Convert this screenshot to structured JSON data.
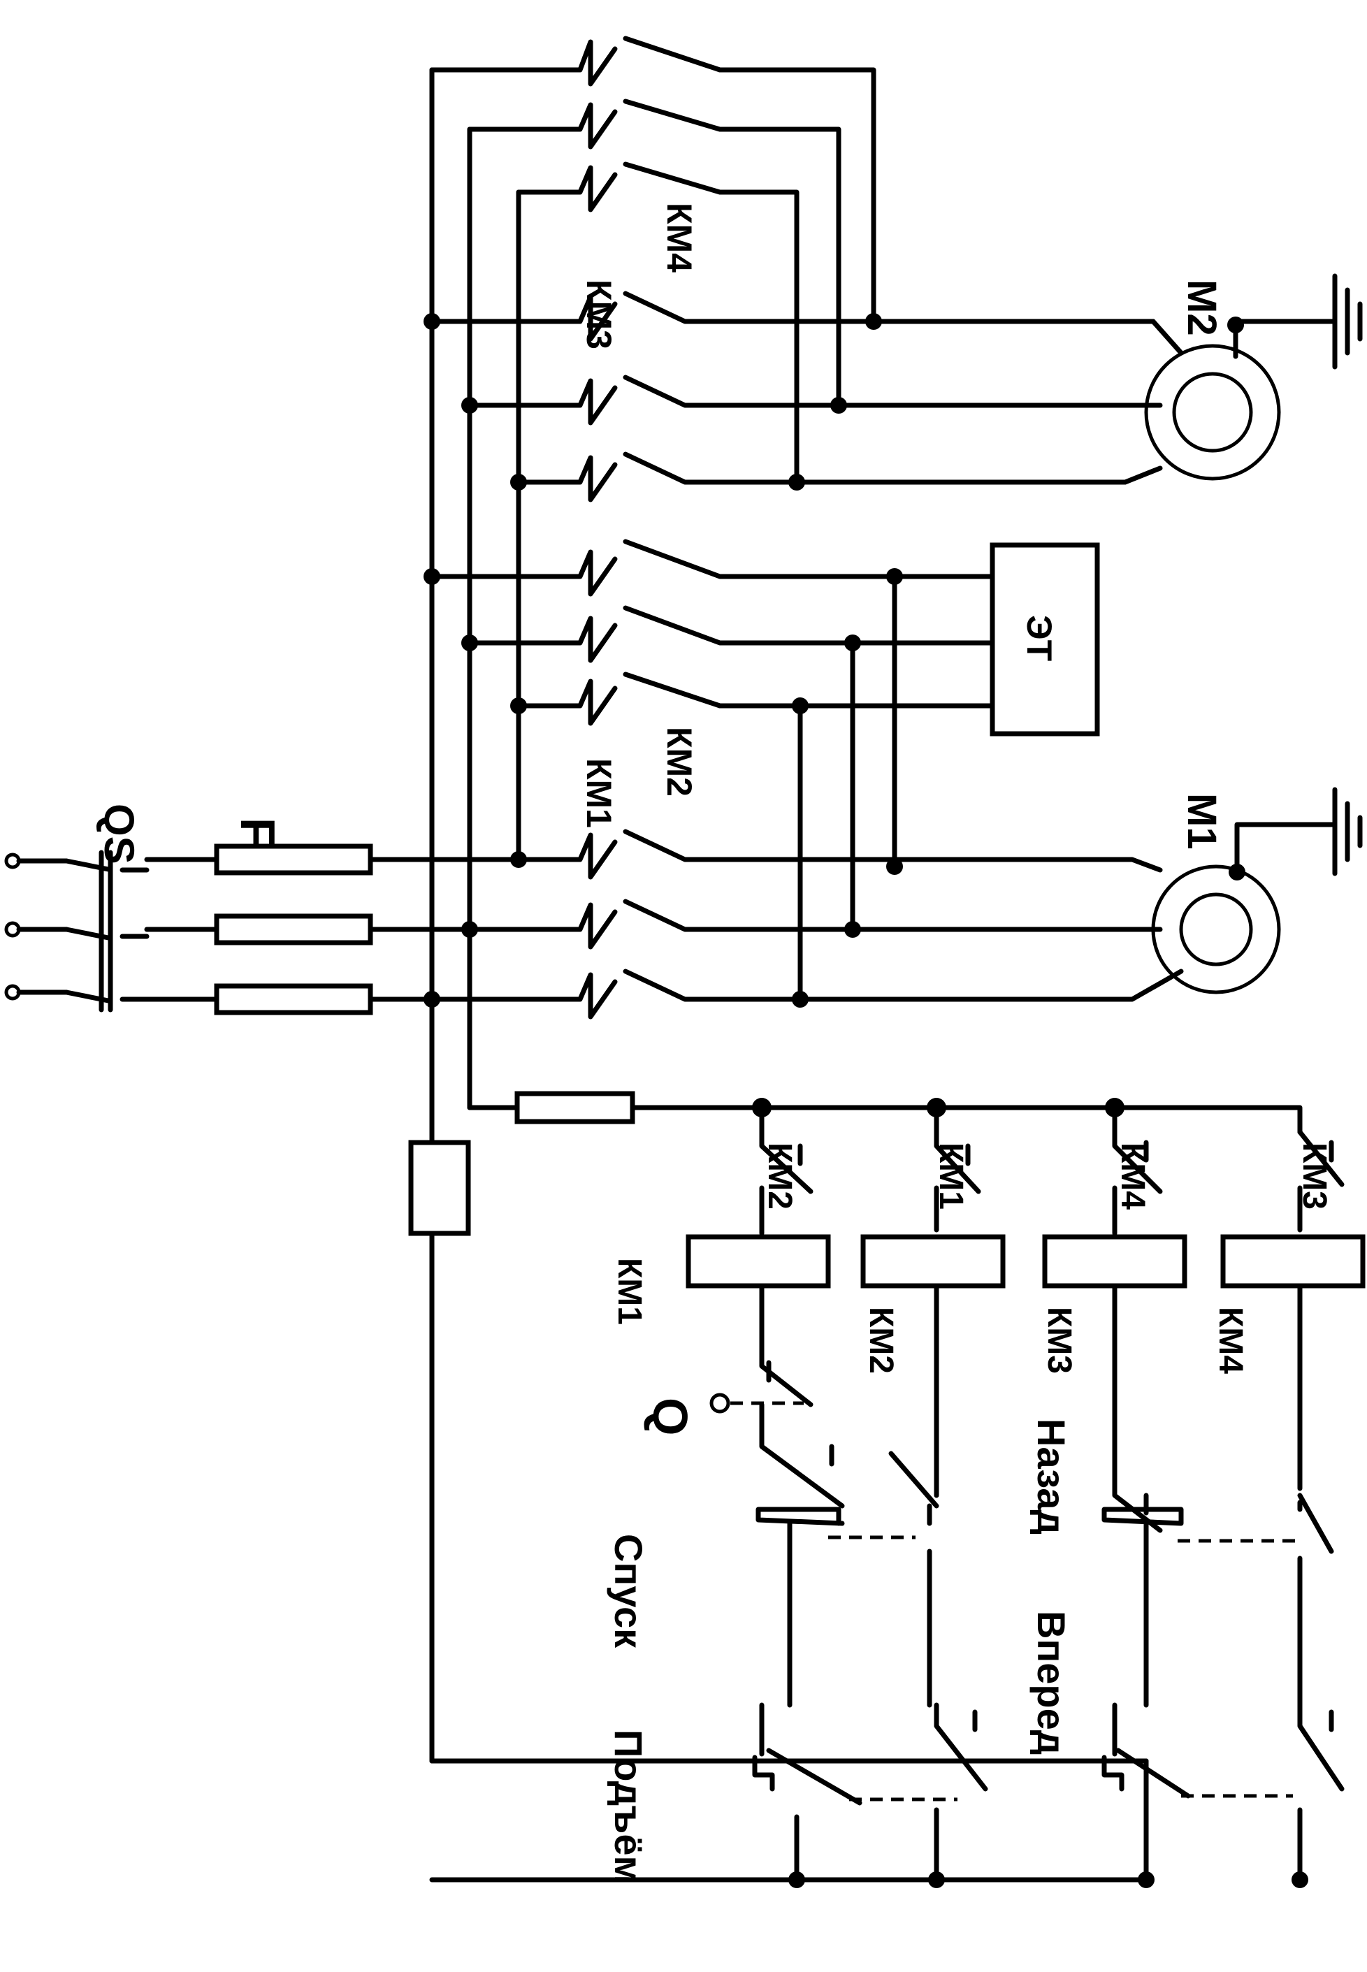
{
  "labels": {
    "qs": "QS",
    "f": "F",
    "km1_main": "КМ1",
    "km2_main": "КМ2",
    "km3_main": "КМ3",
    "km4_main": "КМ4",
    "et": "ЭТ",
    "m1": "М1",
    "m2": "М2",
    "coil_km1": "КМ1",
    "coil_km2": "КМ2",
    "coil_km3": "КМ3",
    "coil_km4": "КМ4",
    "aux_km2": "КМ2",
    "aux_km1": "КМ1",
    "aux_km4": "КМ4",
    "aux_km3": "КМ3",
    "q": "Q",
    "spusk": "Спуск",
    "podyom": "Подъём",
    "nazad": "Назад",
    "vpered": "Вперед"
  }
}
